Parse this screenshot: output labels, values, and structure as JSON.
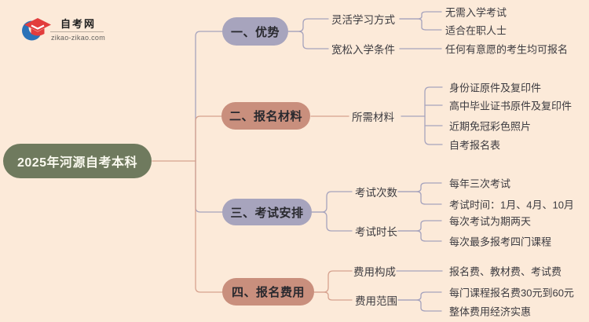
{
  "page": {
    "background": "#fcead9"
  },
  "logo": {
    "title": "自考网",
    "domain": "zikao-zikao.com",
    "icon": "graduation-cap-icon",
    "cap_color": "#e23d3d",
    "swoosh_color": "#2a72b8"
  },
  "root": {
    "label": "2025年河源自考本科",
    "bg": "#6f7a5e",
    "text_color": "#faf9ef"
  },
  "colors": {
    "purple_node": "#a7a4bd",
    "salmon_node": "#c98f7d",
    "purple_line": "#a6a3bd",
    "salmon_line": "#d6a28f",
    "text_dark": "#3c3b40"
  },
  "branches": [
    {
      "label": "一、优势",
      "style": "purple",
      "children": [
        {
          "label": "灵活学习方式",
          "leaves": [
            "无需入学考试",
            "适合在职人士"
          ]
        },
        {
          "label": "宽松入学条件",
          "leaves": [
            "任何有意愿的考生均可报名"
          ]
        }
      ]
    },
    {
      "label": "二、报名材料",
      "style": "salmon",
      "children": [
        {
          "label": "所需材料",
          "leaves": [
            "身份证原件及复印件",
            "高中毕业证书原件及复印件",
            "近期免冠彩色照片",
            "自考报名表"
          ]
        }
      ]
    },
    {
      "label": "三、考试安排",
      "style": "purple",
      "children": [
        {
          "label": "考试次数",
          "leaves": [
            "每年三次考试",
            "考试时间：1月、4月、10月"
          ]
        },
        {
          "label": "考试时长",
          "leaves": [
            "每次考试为期两天",
            "每次最多报考四门课程"
          ]
        }
      ]
    },
    {
      "label": "四、报名费用",
      "style": "salmon",
      "children": [
        {
          "label": "费用构成",
          "leaves": [
            "报名费、教材费、考试费"
          ]
        },
        {
          "label": "费用范围",
          "leaves": [
            "每门课程报名费30元到60元",
            "整体费用经济实惠"
          ]
        }
      ]
    }
  ]
}
